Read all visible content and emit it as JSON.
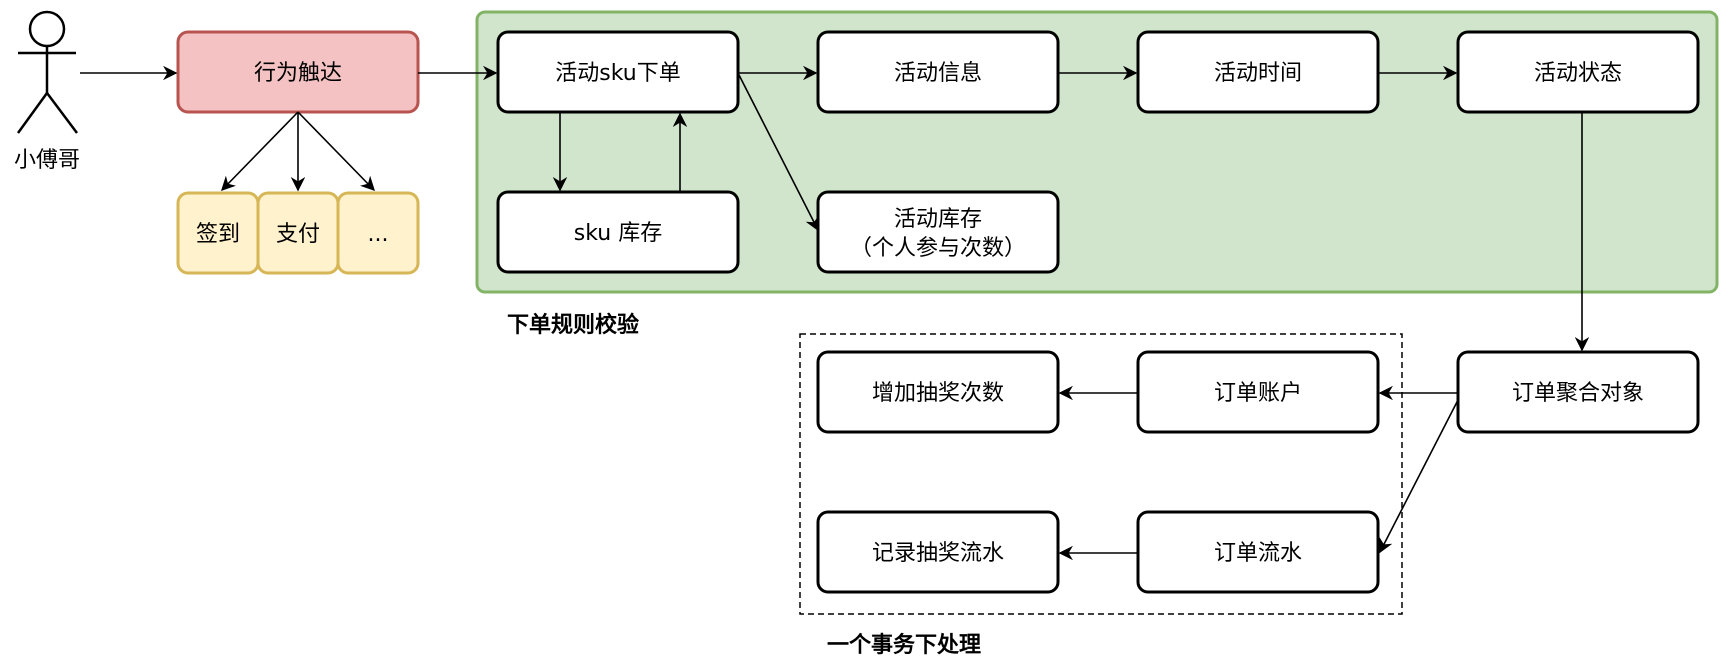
{
  "actor": {
    "label": "小傅哥"
  },
  "behavior": {
    "label": "行为触达"
  },
  "behavior_types": [
    "签到",
    "支付",
    "..."
  ],
  "order_rule_group": {
    "caption": "下单规则校验",
    "nodes": {
      "activity_sku_order": "活动sku下单",
      "activity_info": "活动信息",
      "activity_time": "活动时间",
      "activity_state": "活动状态",
      "sku_stock": "sku 库存",
      "activity_stock_line1": "活动库存",
      "activity_stock_line2": "（个人参与次数）"
    }
  },
  "order_aggregate": {
    "label": "订单聚合对象"
  },
  "transaction_group": {
    "caption": "一个事务下处理",
    "nodes": {
      "order_account": "订单账户",
      "add_draw_count": "增加抽奖次数",
      "order_flow": "订单流水",
      "record_draw_flow": "记录抽奖流水"
    }
  },
  "colors": {
    "behavior_fill": "#f4c2c2",
    "behavior_stroke": "#b85450",
    "type_fill": "#fff2cc",
    "type_stroke": "#d6b656",
    "group_fill": "#d0e5cc",
    "group_stroke": "#82b366",
    "node_fill": "#ffffff",
    "node_stroke": "#000000"
  }
}
